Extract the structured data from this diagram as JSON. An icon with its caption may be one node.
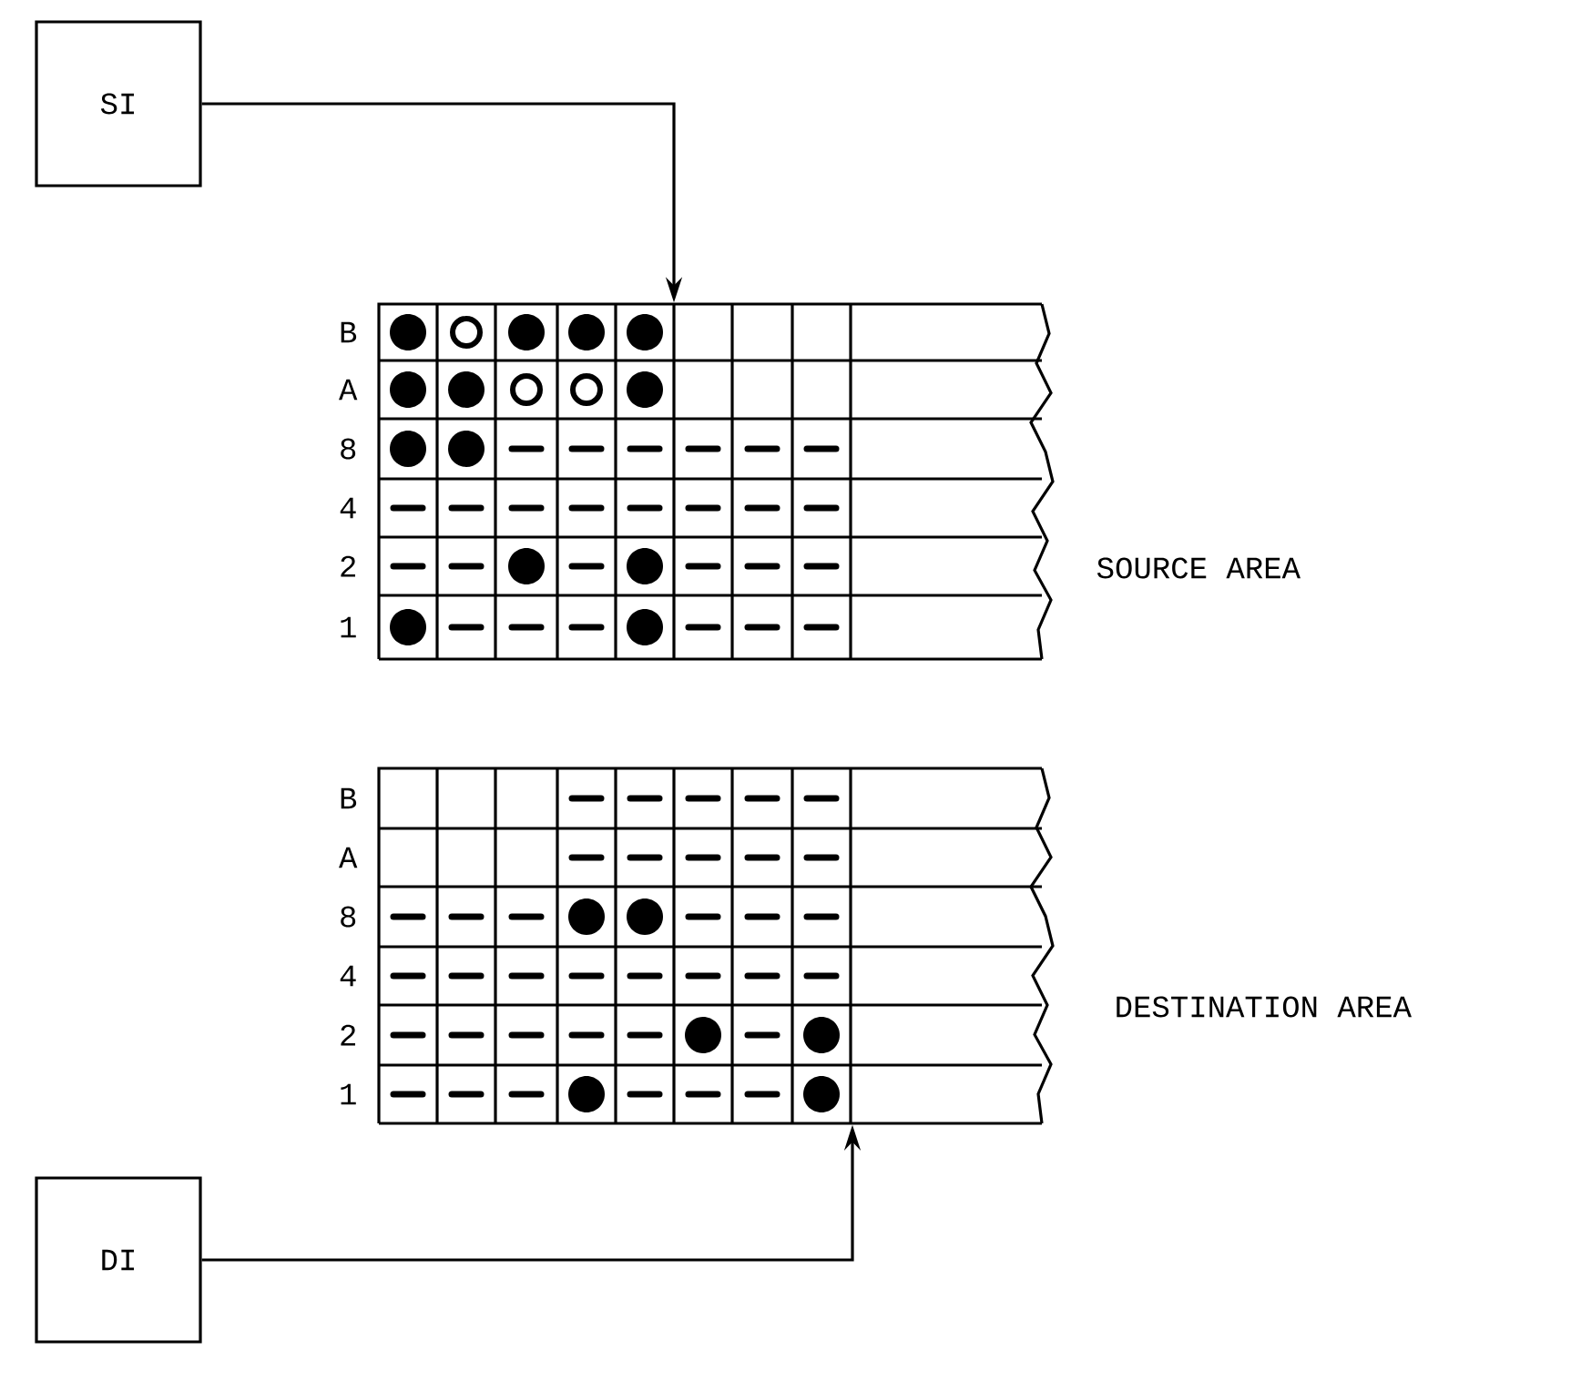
{
  "diagram": {
    "nodes": [
      {
        "text": [
          "SI"
        ]
      },
      {
        "text": [
          "DI"
        ]
      },
      {
        "text": [],
        "shape": "picture",
        "beside": [
          "B",
          "A",
          "8",
          "4",
          "2",
          "1",
          "SOURCE AREA"
        ]
      },
      {
        "text": [],
        "shape": "picture",
        "beside": [
          "B",
          "A",
          "8",
          "4",
          "2",
          "1",
          "DESTINATION AREA"
        ]
      }
    ],
    "edges": [
      {
        "from": 0,
        "to": 2,
        "arrow": "to"
      },
      {
        "from": 1,
        "to": 3,
        "arrow": "to"
      }
    ]
  }
}
